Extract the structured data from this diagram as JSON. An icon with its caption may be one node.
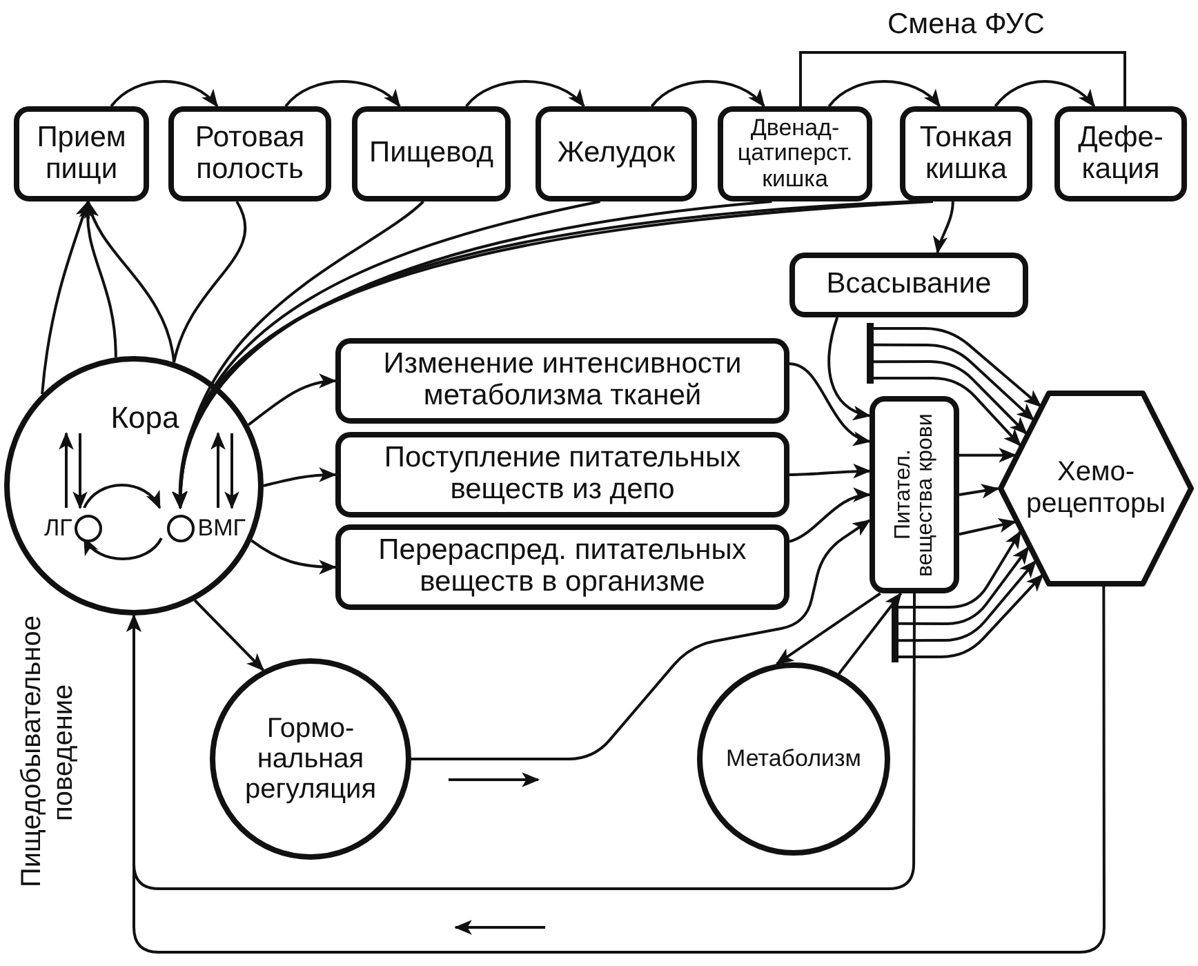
{
  "diagram": {
    "nodes": [
      {
        "text": [
          "Прием пищи"
        ]
      },
      {
        "text": [
          "Ротовая полость"
        ]
      },
      {
        "text": [
          "Пищевод"
        ]
      },
      {
        "text": [
          "Желудок"
        ]
      },
      {
        "text": [
          "Двенад-цатиперст. кишка"
        ]
      },
      {
        "text": [
          "Тонкая кишка"
        ]
      },
      {
        "text": [
          "Дефе-кация"
        ]
      },
      {
        "text": [],
        "shape": "circle"
      },
      {
        "text": [
          "Кора"
        ],
        "in": 7
      },
      {
        "text": [
          "ЛГ"
        ],
        "in": 7
      },
      {
        "text": [
          "ВМГ"
        ],
        "in": 7
      },
      {
        "text": [
          "Всасывание"
        ]
      },
      {
        "text": [
          "Изменение интенсивности метаболизма тканей"
        ]
      },
      {
        "text": [
          "Поступление питательных веществ из депо"
        ]
      },
      {
        "text": [
          "Перераспред. питательных веществ в организме"
        ]
      },
      {
        "text": [
          "Питател. вещества крови"
        ]
      },
      {
        "text": [
          "Хемо-рецепторы"
        ]
      },
      {
        "text": [
          "Гормо-нальная регуляция"
        ]
      },
      {
        "text": [
          "Метаболизм"
        ]
      },
      {
        "text": [],
        "shape": "bar"
      },
      {
        "text": [],
        "shape": "bar"
      }
    ],
    "edges": [
      {
        "from": 0,
        "to": 1,
        "arrow": "to"
      },
      {
        "from": 1,
        "to": 2,
        "arrow": "to"
      },
      {
        "from": 2,
        "to": 3,
        "arrow": "to"
      },
      {
        "from": 3,
        "to": 4,
        "arrow": "to"
      },
      {
        "from": 4,
        "to": 5,
        "arrow": "to"
      },
      {
        "from": 5,
        "to": 6,
        "arrow": "to"
      },
      {
        "from": 5,
        "to": 11,
        "arrow": "to"
      },
      {
        "from": 11,
        "to": 15,
        "arrow": "to"
      },
      {
        "from": 7,
        "to": 0,
        "arrow": "to"
      },
      {
        "from": 7,
        "to": 0,
        "arrow": "to"
      },
      {
        "from": 7,
        "to": 0,
        "arrow": "to"
      },
      {
        "from": 1,
        "to": 7,
        "arrow": "none"
      },
      {
        "from": 2,
        "to": 10,
        "arrow": "to"
      },
      {
        "from": 3,
        "to": 10,
        "arrow": "to"
      },
      {
        "from": 4,
        "to": 10,
        "arrow": "to"
      },
      {
        "from": 5,
        "to": 10,
        "arrow": "to"
      },
      {
        "from": 5,
        "to": 10,
        "arrow": "to"
      },
      {
        "from": 7,
        "to": 12,
        "arrow": "to"
      },
      {
        "from": 7,
        "to": 13,
        "arrow": "to"
      },
      {
        "from": 7,
        "to": 14,
        "arrow": "to"
      },
      {
        "from": 7,
        "to": 17,
        "arrow": "to"
      },
      {
        "from": 12,
        "to": 15,
        "arrow": "to"
      },
      {
        "from": 13,
        "to": 15,
        "arrow": "to"
      },
      {
        "from": 14,
        "to": 15,
        "arrow": "to"
      },
      {
        "from": 17,
        "to": 15,
        "arrow": "to"
      },
      {
        "from": 15,
        "to": 18,
        "arrow": "to"
      },
      {
        "from": 18,
        "to": 15,
        "arrow": "to"
      },
      {
        "from": 15,
        "to": 16,
        "arrow": "to"
      },
      {
        "from": 15,
        "to": 16,
        "arrow": "to"
      },
      {
        "from": 15,
        "to": 16,
        "arrow": "to"
      },
      {
        "from": 19,
        "to": 16,
        "arrow": "to"
      },
      {
        "from": 19,
        "to": 16,
        "arrow": "to"
      },
      {
        "from": 19,
        "to": 16,
        "arrow": "to"
      },
      {
        "from": 19,
        "to": 16,
        "arrow": "to"
      },
      {
        "from": 20,
        "to": 16,
        "arrow": "to"
      },
      {
        "from": 20,
        "to": 16,
        "arrow": "to"
      },
      {
        "from": 20,
        "to": 16,
        "arrow": "to"
      },
      {
        "from": 20,
        "to": 16,
        "arrow": "to"
      },
      {
        "from": 15,
        "to": 7,
        "arrow": "to"
      },
      {
        "from": 16,
        "to": 7,
        "arrow": "to"
      },
      {
        "from": 9,
        "to": 8,
        "arrow": "to"
      },
      {
        "from": 8,
        "to": 9,
        "arrow": "to"
      },
      {
        "from": 10,
        "to": 8,
        "arrow": "to"
      },
      {
        "from": 8,
        "to": 10,
        "arrow": "to"
      },
      {
        "from": 9,
        "to": 10,
        "arrow": "to"
      },
      {
        "from": 10,
        "to": 9,
        "arrow": "to"
      }
    ],
    "labels": [
      "Смена ФУС",
      "Пищедобывательное поведение"
    ]
  }
}
